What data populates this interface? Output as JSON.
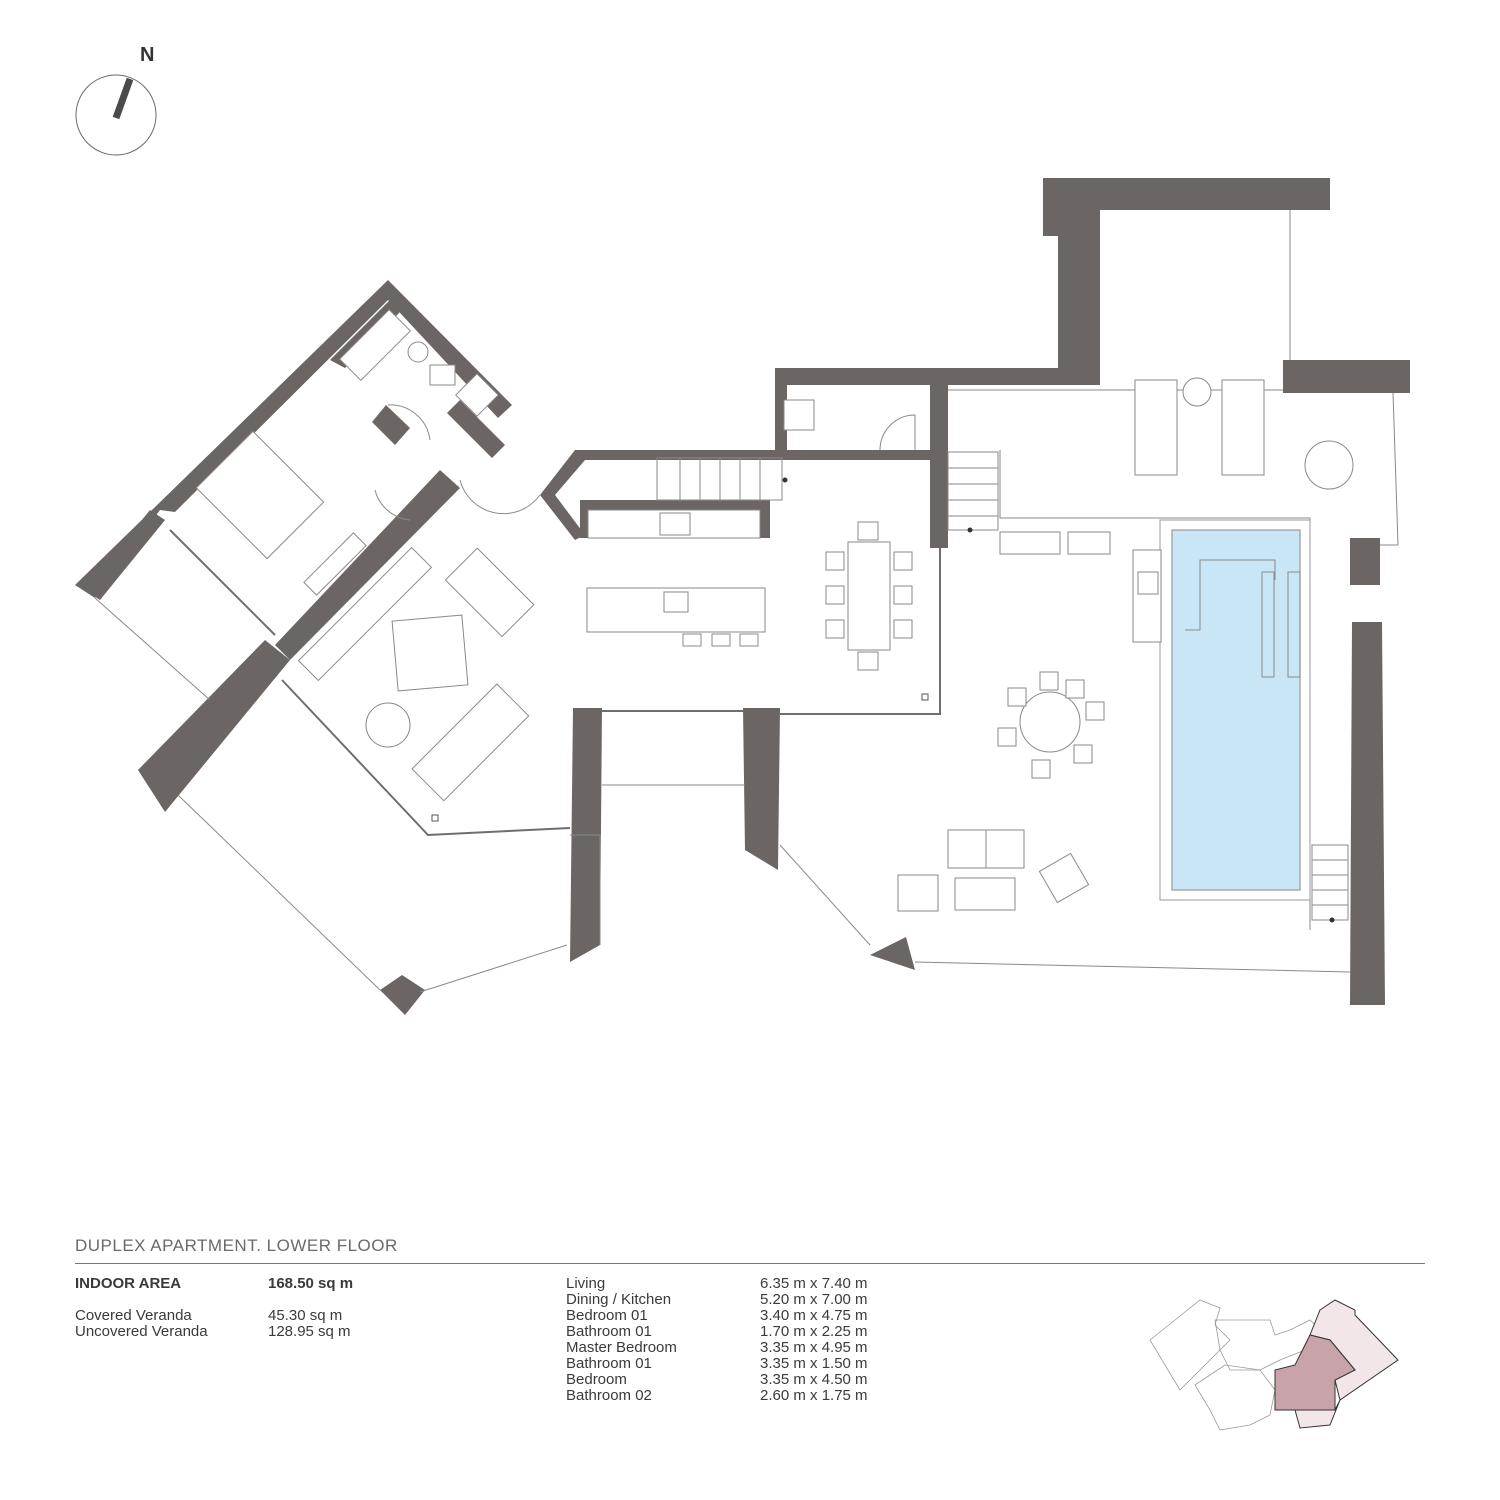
{
  "compass": {
    "label": "N"
  },
  "title": "DUPLEX APARTMENT. LOWER FLOOR",
  "areas": {
    "indoor_label": "INDOOR AREA",
    "indoor_value": "168.50 sq m",
    "covered_label": "Covered Veranda",
    "covered_value": "45.30 sq m",
    "uncovered_label": "Uncovered Veranda",
    "uncovered_value": "128.95 sq m"
  },
  "rooms": [
    {
      "name": "Living",
      "size": "6.35 m x 7.40 m"
    },
    {
      "name": "Dining / Kitchen",
      "size": "5.20 m x 7.00 m"
    },
    {
      "name": "Bedroom 01",
      "size": "3.40 m x 4.75 m"
    },
    {
      "name": "Bathroom 01",
      "size": "1.70 m x 2.25 m"
    },
    {
      "name": "Master Bedroom",
      "size": "3.35 m x 4.95 m"
    },
    {
      "name": "Bathroom 01",
      "size": "3.35 m x 1.50 m"
    },
    {
      "name": "Bedroom",
      "size": "3.35 m x 4.50 m"
    },
    {
      "name": "Bathroom 02",
      "size": "2.60 m x 1.75 m"
    }
  ],
  "colors": {
    "wall": "#6b6663",
    "pool": "#c8e6f5",
    "keyplan_highlight": "#c9a3aa",
    "keyplan_secondary": "#f3e6e8"
  }
}
